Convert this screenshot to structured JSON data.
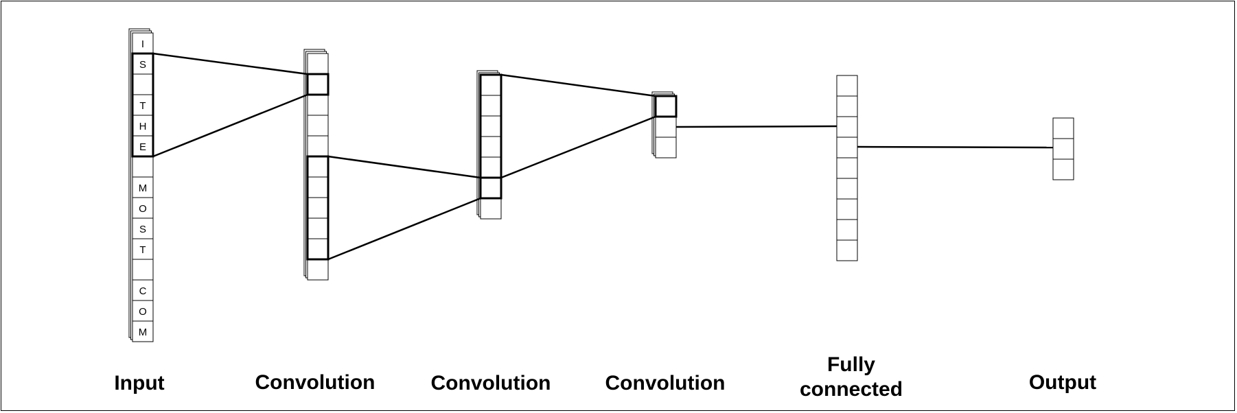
{
  "stages": [
    {
      "id": "input",
      "label": "Input",
      "cell_count": 15,
      "stack_depth": 3,
      "letters": [
        "I",
        "S",
        "",
        "T",
        "H",
        "E",
        "",
        "M",
        "O",
        "S",
        "T",
        "",
        "C",
        "O",
        "M"
      ]
    },
    {
      "id": "conv1",
      "label": "Convolution",
      "cell_count": 11,
      "stack_depth": 3
    },
    {
      "id": "conv2",
      "label": "Convolution",
      "cell_count": 7,
      "stack_depth": 3
    },
    {
      "id": "conv3",
      "label": "Convolution",
      "cell_count": 3,
      "stack_depth": 3
    },
    {
      "id": "fc",
      "label": "Fully\nconnected",
      "cell_count": 9,
      "stack_depth": 1
    },
    {
      "id": "output",
      "label": "Output",
      "cell_count": 3,
      "stack_depth": 1
    }
  ]
}
